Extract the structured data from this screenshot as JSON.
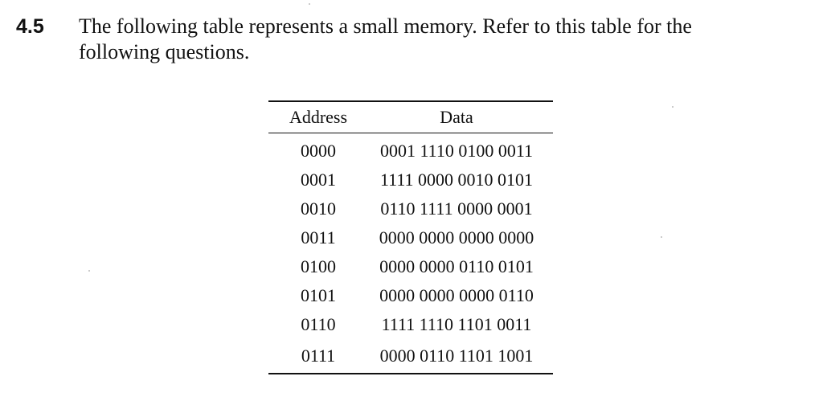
{
  "problem": {
    "number": "4.5",
    "text": "The following table represents a small memory. Refer to this table for the following questions."
  },
  "table": {
    "headers": {
      "address": "Address",
      "data": "Data"
    },
    "rows": [
      {
        "address": "0000",
        "data": "0001 1110 0100 0011"
      },
      {
        "address": "0001",
        "data": "1111 0000 0010 0101"
      },
      {
        "address": "0010",
        "data": "0110 1111 0000 0001"
      },
      {
        "address": "0011",
        "data": "0000 0000 0000 0000"
      },
      {
        "address": "0100",
        "data": "0000 0000 0110 0101"
      },
      {
        "address": "0101",
        "data": "0000 0000 0000 0110"
      },
      {
        "address": "0110",
        "data": "1111 1110 1101 0011"
      },
      {
        "address": "0111",
        "data": "0000 0110 1101 1001"
      }
    ]
  }
}
